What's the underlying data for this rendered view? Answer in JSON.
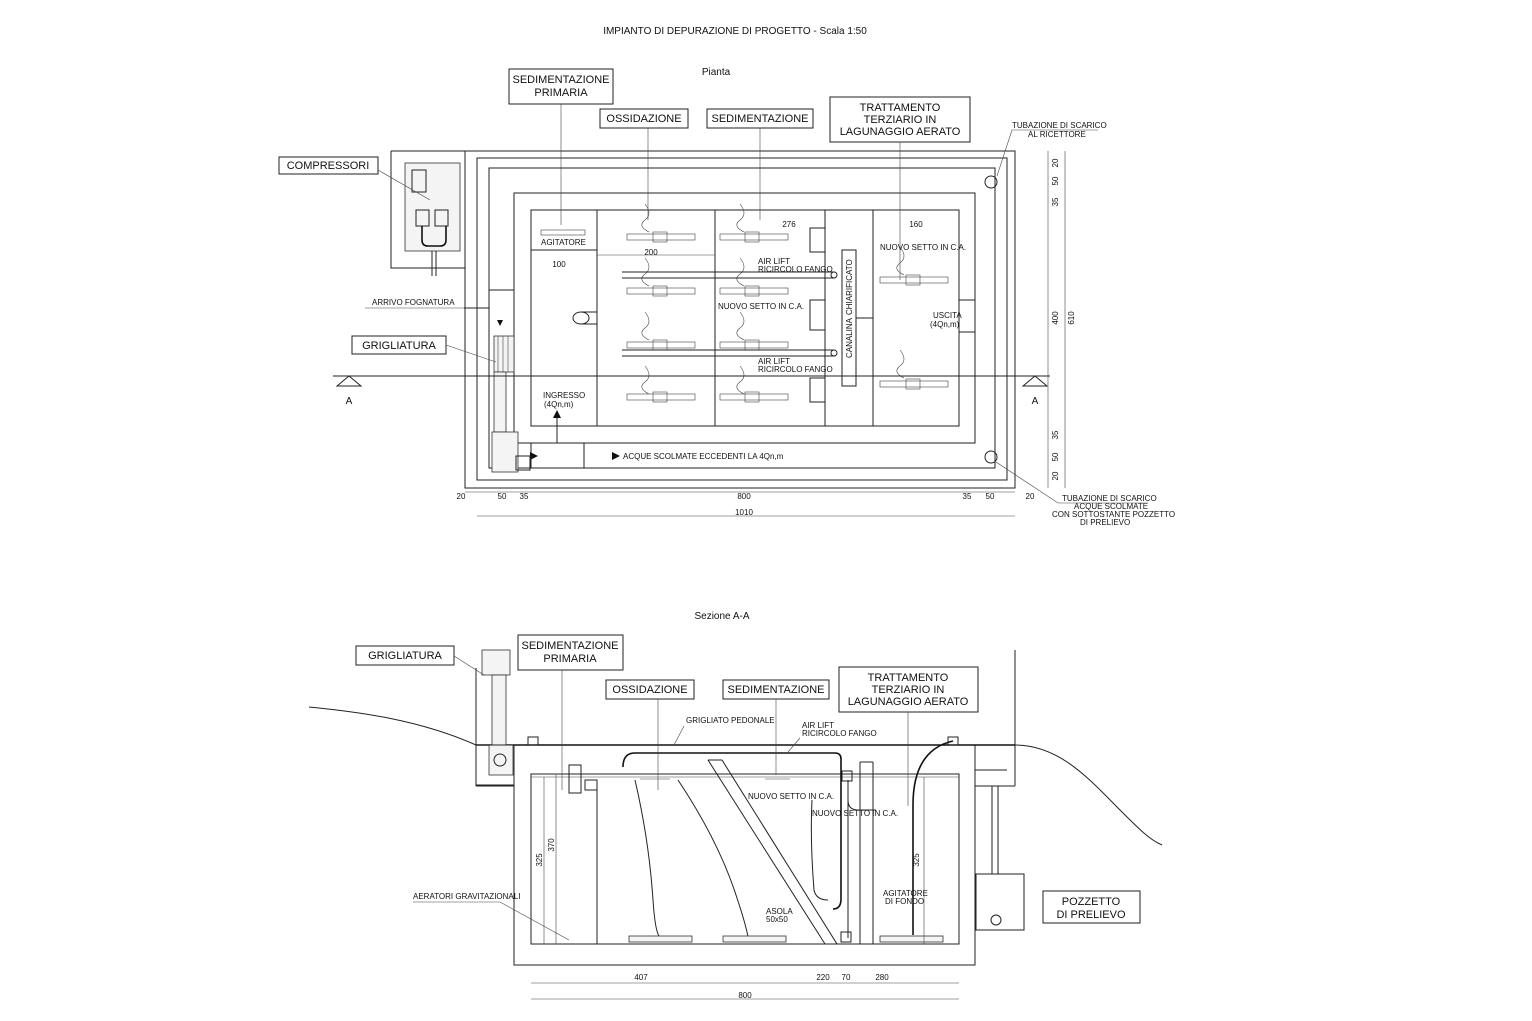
{
  "title": "IMPIANTO DI DEPURAZIONE DI PROGETTO - Scala 1:50",
  "plan": {
    "heading": "Pianta",
    "labels": {
      "sed_primaria_1": "SEDIMENTAZIONE",
      "sed_primaria_2": "PRIMARIA",
      "ossidazione": "OSSIDAZIONE",
      "sedimentazione": "SEDIMENTAZIONE",
      "trattamento_1": "TRATTAMENTO",
      "trattamento_2": "TERZIARIO IN",
      "trattamento_3": "LAGUNAGGIO AERATO",
      "compressori": "COMPRESSORI",
      "grigliatura": "GRIGLIATURA"
    },
    "notes": {
      "tubazione_ricettore_1": "TUBAZIONE DI SCARICO",
      "tubazione_ricettore_2": "AL RICETTORE",
      "arrivo_fognatura": "ARRIVO FOGNATURA",
      "agitatore": "AGITATORE",
      "air_lift_1": "AIR LIFT",
      "air_lift_2": "RICIRCOLO FANGO",
      "air_lift_b1": "AIR LIFT",
      "air_lift_b2": "RICIRCOLO FANGO",
      "nuovo_setto_1": "NUOVO SETTO IN C.A.",
      "nuovo_setto_2": "NUOVO SETTO IN C.A.",
      "chiarificato": "CHIARIFICATO",
      "canalina": "CANALINA",
      "uscita_1": "USCITA",
      "uscita_2": "(4Qn,m)",
      "ingresso_1": "INGRESSO",
      "ingresso_2": "(4Qn,m)",
      "acque_sfioro": "ACQUE SCOLMATE ECCEDENTI LA 4Qn,m",
      "tubazione_scarico_1": "TUBAZIONE DI SCARICO",
      "tubazione_scarico_2": "ACQUE SCOLMATE",
      "tubazione_scarico_3": "CON SOTTOSTANTE POZZETTO",
      "tubazione_scarico_4": "DI PRELIEVO",
      "section_mark_left": "A",
      "section_mark_right": "A"
    },
    "dims": {
      "d276": "276",
      "d160": "160",
      "d200": "200",
      "d100": "100",
      "b20a": "20",
      "b50a": "50",
      "b35a": "35",
      "b800": "800",
      "b35b": "35",
      "b50b": "50",
      "b20b": "20",
      "total": "1010",
      "v20a": "20",
      "v50a": "50",
      "v35a": "35",
      "v400": "400",
      "v35b": "35",
      "v50b": "50",
      "v20b": "20",
      "v610": "610"
    }
  },
  "section": {
    "heading": "Sezione A-A",
    "labels": {
      "grigliatura": "GRIGLIATURA",
      "sed_primaria_1": "SEDIMENTAZIONE",
      "sed_primaria_2": "PRIMARIA",
      "ossidazione": "OSSIDAZIONE",
      "sedimentazione": "SEDIMENTAZIONE",
      "trattamento_1": "TRATTAMENTO",
      "trattamento_2": "TERZIARIO IN",
      "trattamento_3": "LAGUNAGGIO AERATO",
      "pozzetto_1": "POZZETTO",
      "pozzetto_2": "DI PRELIEVO"
    },
    "notes": {
      "grigliato": "GRIGLIATO PEDONALE",
      "air_lift_1": "AIR LIFT",
      "air_lift_2": "RICIRCOLO FANGO",
      "setto_1": "NUOVO SETTO IN C.A.",
      "setto_2": "NUOVO SETTO IN C.A.",
      "aeratori": "AERATORI GRAVITAZIONALI",
      "asola_1": "ASOLA",
      "asola_2": "50x50",
      "agitatore_1": "AGITATORE",
      "agitatore_2": "DI FONDO"
    },
    "dims": {
      "h325a": "325",
      "h370": "370",
      "h325b": "325",
      "w407": "407",
      "w220": "220",
      "w70": "70",
      "w280": "280",
      "w800": "800"
    }
  }
}
